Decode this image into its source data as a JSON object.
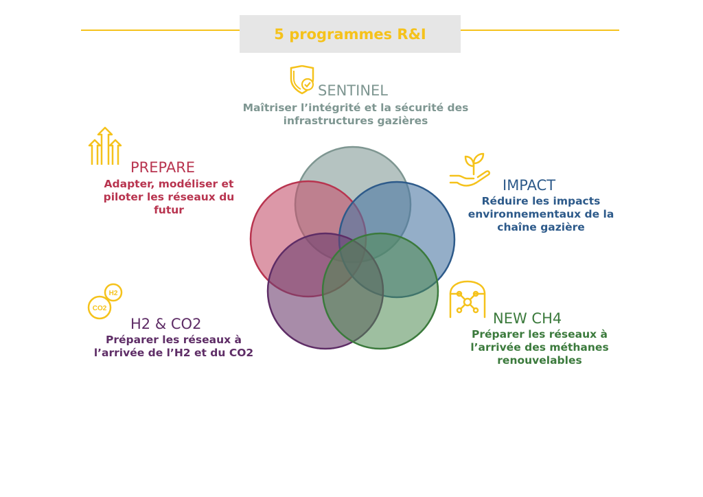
{
  "title": "5 programmes R&I",
  "colors": {
    "accent": "#f5c21b",
    "sentinel": "#7e9691",
    "prepare": "#b8344f",
    "impact": "#2d5a8a",
    "h2co2": "#5e2d66",
    "newch4": "#3b7a3c"
  },
  "programmes": {
    "sentinel": {
      "name": "SENTINEL",
      "description": "Maîtriser l’intégrité et la sécurité des infrastructures gazières",
      "icon": "shield-check-icon"
    },
    "prepare": {
      "name": "PREPARE",
      "description": "Adapter, modéliser et piloter les réseaux du futur",
      "icon": "upward-arrows-icon"
    },
    "impact": {
      "name": "IMPACT",
      "description": "Réduire les impacts environnementaux de la chaîne gazière",
      "icon": "hand-plant-icon"
    },
    "h2co2": {
      "name": "H2 & CO2",
      "description": "Préparer les réseaux à l’arrivée de l’H2 et du CO2",
      "icon": "co2-h2-icon",
      "icon_labels": {
        "co2": "CO2",
        "h2": "H2"
      }
    },
    "newch4": {
      "name": "NEW CH4",
      "description": "Préparer les réseaux à l’arrivée des méthanes renouvelables",
      "icon": "molecule-tank-icon"
    }
  }
}
